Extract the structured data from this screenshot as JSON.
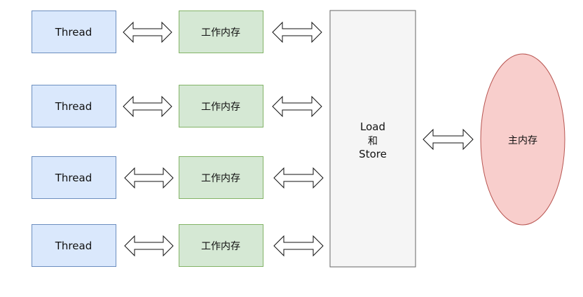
{
  "diagram": {
    "threads": [
      {
        "label": "Thread"
      },
      {
        "label": "Thread"
      },
      {
        "label": "Thread"
      },
      {
        "label": "Thread"
      }
    ],
    "working_memory": [
      {
        "label": "工作内存"
      },
      {
        "label": "工作内存"
      },
      {
        "label": "工作内存"
      },
      {
        "label": "工作内存"
      }
    ],
    "load_store": {
      "line1": "Load",
      "line2": "和",
      "line3": "Store"
    },
    "main_memory": {
      "label": "主内存"
    }
  },
  "colors": {
    "thread_fill": "#dae8fc",
    "thread_stroke": "#6c8ebf",
    "working_fill": "#d5e8d4",
    "working_stroke": "#82b366",
    "load_store_fill": "#f5f5f5",
    "load_store_stroke": "#666666",
    "main_memory_fill": "#f8cecc",
    "main_memory_stroke": "#b85450",
    "arrow_fill": "#ffffff",
    "arrow_stroke": "#111111"
  }
}
